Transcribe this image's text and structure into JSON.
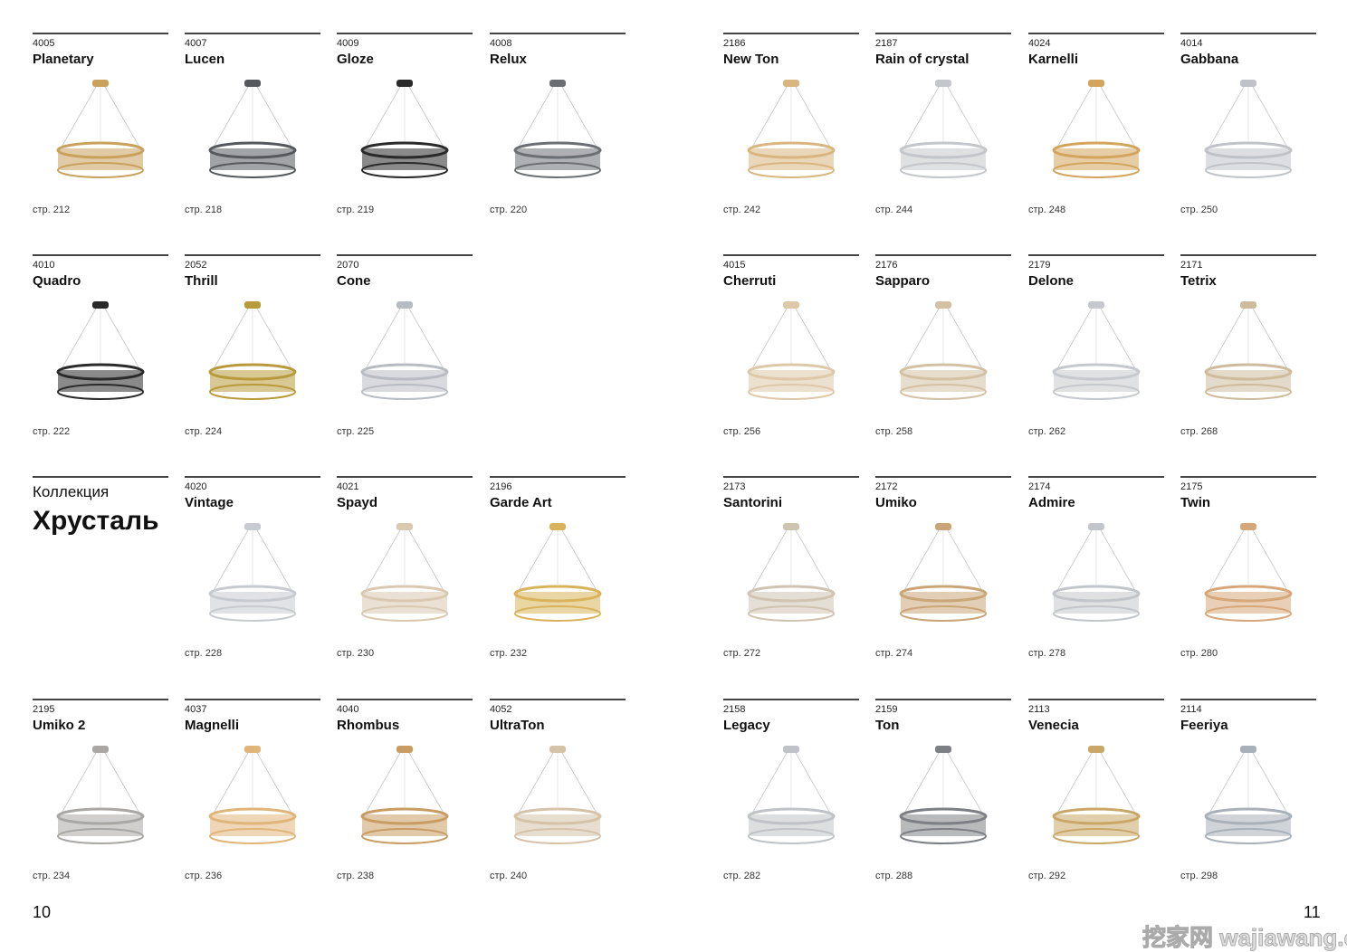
{
  "collection": {
    "label": "Коллекция",
    "title": "Хрусталь"
  },
  "page_numbers": {
    "left": "10",
    "right": "11"
  },
  "watermark": "挖家网 wajiawang.com",
  "left_page": [
    {
      "code": "4005",
      "name": "Planetary",
      "page": "стр. 212",
      "finish": "#c9a15c"
    },
    {
      "code": "4007",
      "name": "Lucen",
      "page": "стр. 218",
      "finish": "#55585c"
    },
    {
      "code": "4009",
      "name": "Gloze",
      "page": "стр. 219",
      "finish": "#2a2a2a"
    },
    {
      "code": "4008",
      "name": "Relux",
      "page": "стр. 220",
      "finish": "#6b6f74"
    },
    {
      "code": "4010",
      "name": "Quadro",
      "page": "стр. 222",
      "finish": "#2a2a2a"
    },
    {
      "code": "2052",
      "name": "Thrill",
      "page": "стр. 224",
      "finish": "#b89a3a"
    },
    {
      "code": "2070",
      "name": "Cone",
      "page": "стр. 225",
      "finish": "#b8bcc2"
    },
    null,
    "collection",
    {
      "code": "4020",
      "name": "Vintage",
      "page": "стр. 228",
      "finish": "#c7cacf"
    },
    {
      "code": "4021",
      "name": "Spayd",
      "page": "стр. 230",
      "finish": "#d9c9b0"
    },
    {
      "code": "2196",
      "name": "Garde Art",
      "page": "стр. 232",
      "finish": "#d8b35a"
    },
    {
      "code": "2195",
      "name": "Umiko 2",
      "page": "стр. 234",
      "finish": "#a9a7a4"
    },
    {
      "code": "4037",
      "name": "Magnelli",
      "page": "стр. 236",
      "finish": "#e0b57a"
    },
    {
      "code": "4040",
      "name": "Rhombus",
      "page": "стр. 238",
      "finish": "#c99c63"
    },
    {
      "code": "4052",
      "name": "UltraTon",
      "page": "стр. 240",
      "finish": "#d6c2a8"
    }
  ],
  "right_page": [
    {
      "code": "2186",
      "name": "New Ton",
      "page": "стр. 242",
      "finish": "#d9b680"
    },
    {
      "code": "2187",
      "name": "Rain of crystal",
      "page": "стр. 244",
      "finish": "#c3c6ca"
    },
    {
      "code": "4024",
      "name": "Karnelli",
      "page": "стр. 248",
      "finish": "#d2a45c"
    },
    {
      "code": "4014",
      "name": "Gabbana",
      "page": "стр. 250",
      "finish": "#bfc3c8"
    },
    {
      "code": "4015",
      "name": "Cherruti",
      "page": "стр. 256",
      "finish": "#ddc8a8"
    },
    {
      "code": "2176",
      "name": "Sapparo",
      "page": "стр. 258",
      "finish": "#d3c1a3"
    },
    {
      "code": "2179",
      "name": "Delone",
      "page": "стр. 262",
      "finish": "#c5c8cc"
    },
    {
      "code": "2171",
      "name": "Tetrix",
      "page": "стр. 268",
      "finish": "#cdbb9c"
    },
    {
      "code": "2173",
      "name": "Santorini",
      "page": "стр. 272",
      "finish": "#cfc3b2"
    },
    {
      "code": "2172",
      "name": "Umiko",
      "page": "стр. 274",
      "finish": "#c9a577"
    },
    {
      "code": "2174",
      "name": "Admire",
      "page": "стр. 278",
      "finish": "#c2c6cb"
    },
    {
      "code": "2175",
      "name": "Twin",
      "page": "стр. 280",
      "finish": "#d6a77a"
    },
    {
      "code": "2158",
      "name": "Legacy",
      "page": "стр. 282",
      "finish": "#bfc2c6"
    },
    {
      "code": "2159",
      "name": "Ton",
      "page": "стр. 288",
      "finish": "#7c7f84"
    },
    {
      "code": "2113",
      "name": "Venecia",
      "page": "стр. 292",
      "finish": "#c9a867"
    },
    {
      "code": "2114",
      "name": "Feeriya",
      "page": "стр. 298",
      "finish": "#a9b0b8"
    }
  ]
}
